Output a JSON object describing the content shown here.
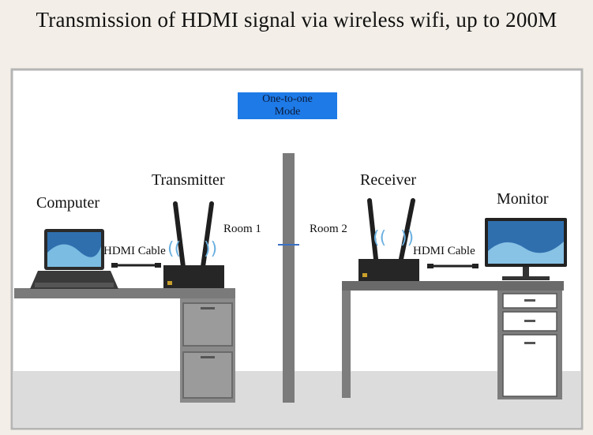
{
  "title": "Transmission of HDMI signal via wireless wifi, up to 200M",
  "mode": {
    "line1": "One-to-one",
    "line2": "Mode"
  },
  "labels": {
    "computer": "Computer",
    "transmitter": "Transmitter",
    "receiver": "Receiver",
    "monitor": "Monitor",
    "room1": "Room 1",
    "room2": "Room 2",
    "hdmi_left": "HDMI Cable",
    "hdmi_right": "HDMI Cable"
  },
  "colors": {
    "background": "#f3efe8",
    "room": "#ffffff",
    "floor": "#d9d9d9",
    "furniture": "#6f6f6f",
    "mode_box": "#1e7ae6",
    "device": "#2b2b2b"
  }
}
